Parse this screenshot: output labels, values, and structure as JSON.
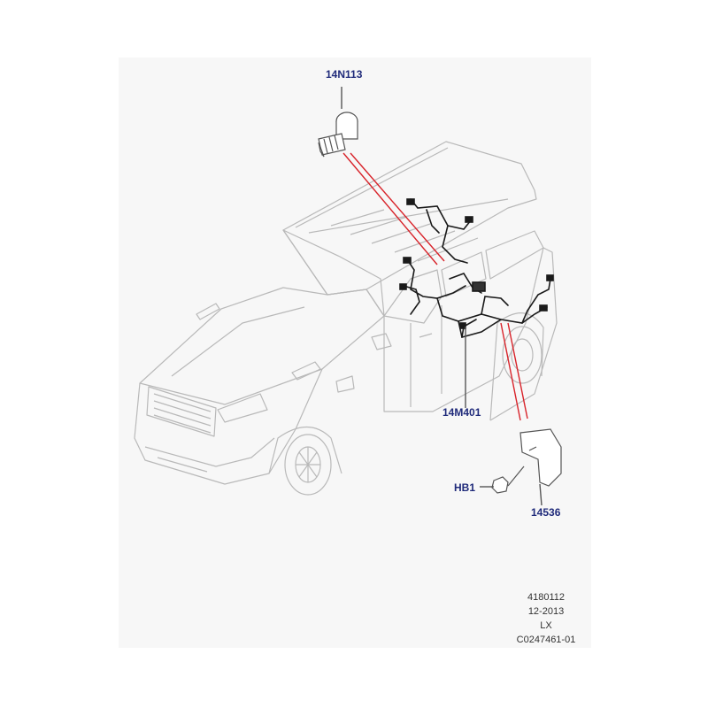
{
  "callouts": {
    "clip_top": "14N113",
    "harness": "14M401",
    "bolt": "HB1",
    "bracket": "14536"
  },
  "drawing_info": {
    "number": "4180112",
    "date": "12-2013",
    "code": "LX",
    "ref": "C0247461-01"
  },
  "colors": {
    "leader_red": "#d8232a",
    "callout_text": "#1f2a7a",
    "outline": "#b9b9b9",
    "harness": "#1a1a1a"
  }
}
